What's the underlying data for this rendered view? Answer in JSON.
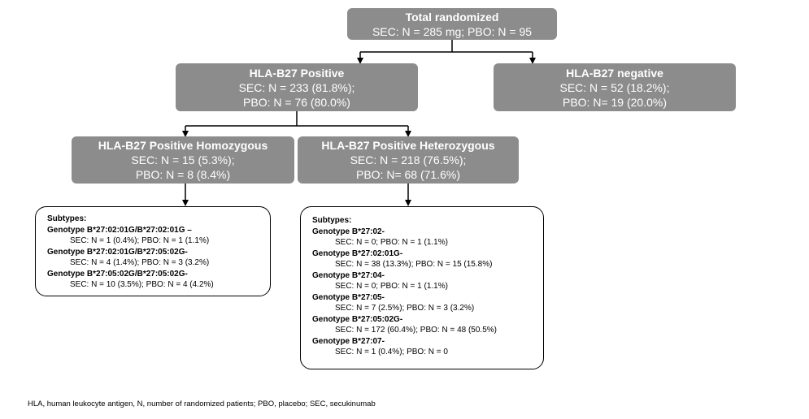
{
  "boxes": {
    "total": {
      "title": "Total randomized",
      "line1": "SEC: N = 285 mg; PBO: N = 95"
    },
    "positive": {
      "title": "HLA-B27 Positive",
      "line1": "SEC: N = 233 (81.8%);",
      "line2": "PBO: N = 76 (80.0%)"
    },
    "negative": {
      "title": "HLA-B27 negative",
      "line1": "SEC: N = 52 (18.2%);",
      "line2": "PBO: N= 19 (20.0%)"
    },
    "homozygous": {
      "title": "HLA-B27 Positive Homozygous",
      "line1": "SEC: N = 15 (5.3%);",
      "line2": "PBO:  N = 8 (8.4%)"
    },
    "heterozygous": {
      "title": "HLA-B27 Positive Heterozygous",
      "line1": "SEC: N = 218 (76.5%);",
      "line2": "PBO: N= 68 (71.6%)"
    }
  },
  "homozygous_subtypes": {
    "heading": "Subtypes:",
    "items": [
      {
        "genotype": "Genotype B*27:02:01G/B*27:02:01G –",
        "values": "SEC: N = 1 (0.4%); PBO: N = 1 (1.1%)"
      },
      {
        "genotype": "Genotype B*27:02:01G/B*27:05:02G-",
        "values": "SEC: N = 4 (1.4%); PBO: N = 3 (3.2%)"
      },
      {
        "genotype": "Genotype B*27:05:02G/B*27:05:02G-",
        "values": "SEC: N = 10 (3.5%); PBO: N = 4 (4.2%)"
      }
    ]
  },
  "heterozygous_subtypes": {
    "heading": "Subtypes:",
    "items": [
      {
        "genotype": "Genotype B*27:02-",
        "values": "SEC: N = 0; PBO: N = 1 (1.1%)"
      },
      {
        "genotype": "Genotype B*27:02:01G-",
        "values": "SEC: N = 38 (13.3%);  PBO: N = 15 (15.8%)"
      },
      {
        "genotype": "Genotype B*27:04-",
        "values": "SEC: N = 0; PBO: N = 1 (1.1%)"
      },
      {
        "genotype": "Genotype B*27:05-",
        "values": "SEC: N = 7 (2.5%);  PBO: N = 3 (3.2%)"
      },
      {
        "genotype": "Genotype B*27:05:02G-",
        "values": "SEC: N = 172 (60.4%);  PBO: N = 48 (50.5%)"
      },
      {
        "genotype": "Genotype B*27:07-",
        "values": "SEC: N = 1 (0.4%);  PBO: N = 0"
      }
    ]
  },
  "footnote": "HLA, human leukocyte antigen, N, number of randomized patients; PBO, placebo; SEC, secukinumab",
  "colors": {
    "box_fill": "#8c8c8c",
    "box_text": "#ffffff",
    "line": "#000000"
  }
}
